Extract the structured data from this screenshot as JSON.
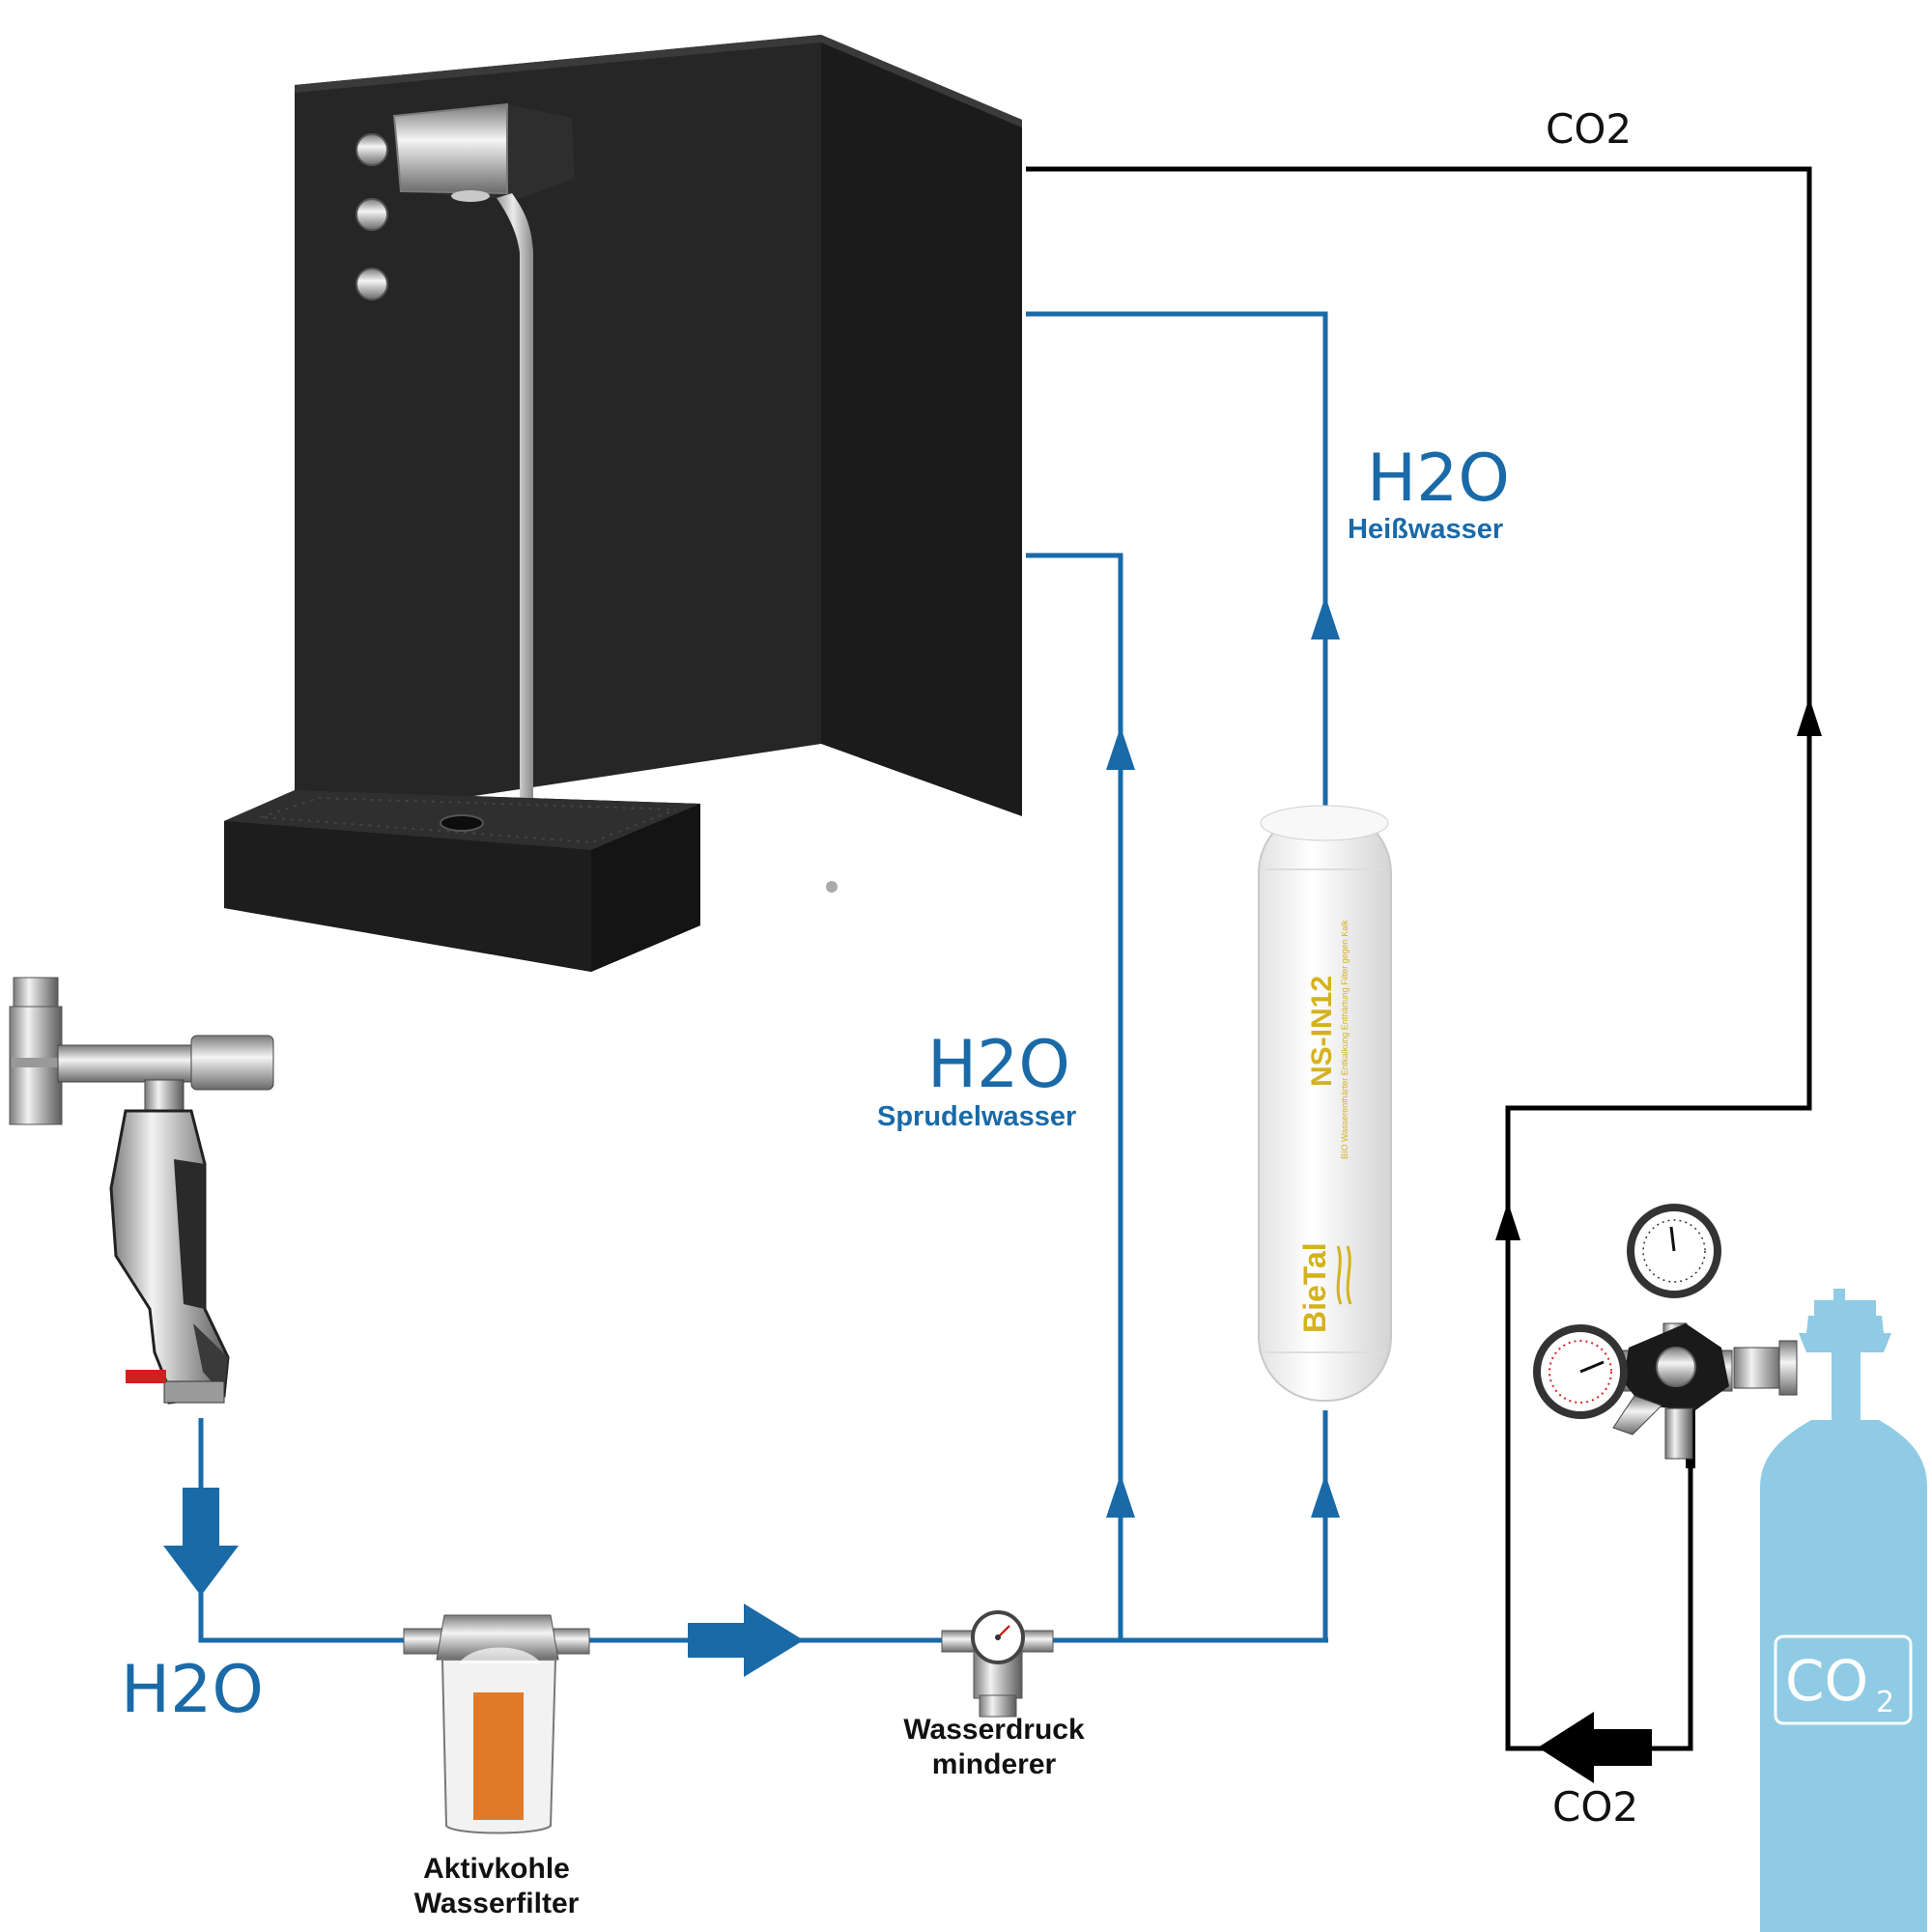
{
  "labels": {
    "co2_top": "CO2",
    "h2o_hot": "H2O",
    "hot_water": "Heißwasser",
    "h2o_sparkling": "H2O",
    "sparkling_water": "Sprudelwasser",
    "h2o_inlet": "H2O",
    "carbon_filter_line1": "Aktivkohle",
    "carbon_filter_line2": "Wasserfilter",
    "pressure_reducer_line1": "Wasserdruck",
    "pressure_reducer_line2": "minderer",
    "co2_bottom": "CO2",
    "cylinder_label": "CO",
    "cylinder_sub": "2"
  },
  "cartridge": {
    "model": "NS-IN12",
    "description": "BIO Wasserenthärter Entkalkung Enthärtung Filter gegen Kalk",
    "brand": "BieTal"
  },
  "colors": {
    "water_line": "#1a6aa8",
    "co2_line": "#000000",
    "dispenser_body": "#262626",
    "co2_cylinder": "#8fcbe4",
    "carbon_fill": "#e07a2a",
    "cartridge_text": "#d4b21e"
  },
  "icons": {
    "dispenser": "water-dispenser-icon",
    "tap_valve": "angle-valve-icon",
    "carbon_filter": "carbon-filter-icon",
    "pressure_reducer": "pressure-reducer-icon",
    "softener_cartridge": "filter-cartridge-icon",
    "co2_regulator": "co2-regulator-icon",
    "co2_cylinder": "co2-cylinder-icon"
  }
}
